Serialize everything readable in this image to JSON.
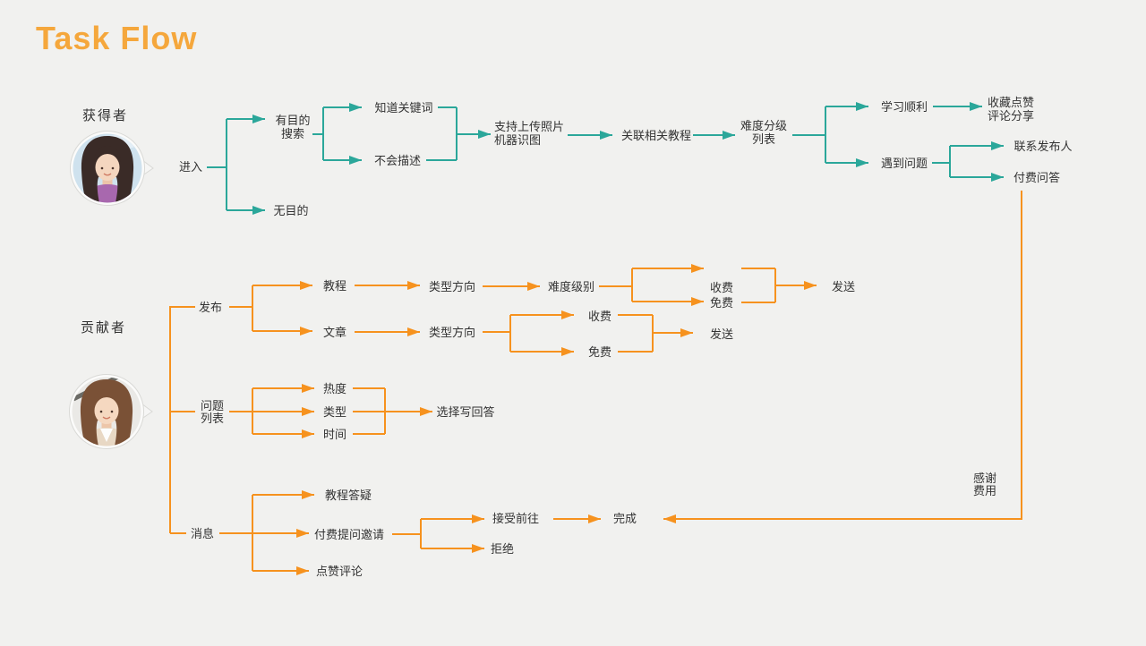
{
  "header": {
    "title": "Task Flow"
  },
  "colors": {
    "background": "#F1F1EF",
    "title": "#F5A73C",
    "teal_line": "#2BA79A",
    "teal_role_label": "#64C8CE",
    "orange_line": "#F6921E",
    "orange_role_label": "#F49B42",
    "node_text": "#333333"
  },
  "acquirer": {
    "role": "获得者",
    "enter": "进入",
    "purposeful_line1": "有目的",
    "purposeful_line2": "搜索",
    "aimless": "无目的",
    "know_keywords": "知道关键词",
    "cannot_describe": "不会描述",
    "upload_photo_line1": "支持上传照片",
    "upload_photo_line2": "机器识图",
    "related_tutorials": "关联相关教程",
    "difficulty_list_line1": "难度分级",
    "difficulty_list_line2": "列表",
    "smooth_learning": "学习顺利",
    "favorite_like_line1": "收藏点赞",
    "favorite_like_line2": "评论分享",
    "meet_problem": "遇到问题",
    "contact_publisher": "联系发布人",
    "paid_qa": "付费问答"
  },
  "contributor": {
    "role": "贡献者",
    "publish": "发布",
    "tutorial": "教程",
    "tutorial_type_direction": "类型方向",
    "difficulty_level": "难度级别",
    "tutorial_paid": "收费",
    "tutorial_free": "免费",
    "tutorial_send": "发送",
    "article": "文章",
    "article_type_direction": "类型方向",
    "article_paid": "收费",
    "article_free": "免费",
    "article_send": "发送",
    "question_list_line1": "问题",
    "question_list_line2": "列表",
    "heat": "热度",
    "type": "类型",
    "time": "时间",
    "choose_write_answer": "选择写回答",
    "message": "消息",
    "tutorial_answer": "教程答疑",
    "paid_invite": "付费提问邀请",
    "like_comment": "点赞评论",
    "accept_go": "接受前往",
    "reject": "拒绝",
    "done": "完成",
    "thanks_fee_line1": "感谢",
    "thanks_fee_line2": "费用"
  }
}
